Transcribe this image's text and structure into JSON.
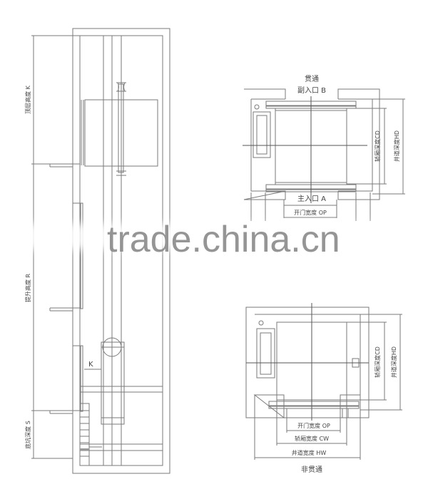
{
  "elevation_view": {
    "labels": {
      "top_height": "顶层高度 K",
      "travel_height": "提升高度 R",
      "pit_depth": "底坑深度 S",
      "buffer_clearance": "K"
    }
  },
  "plan_through": {
    "title": "贯通",
    "rear_entrance": "副入口 B",
    "main_entrance": "主入口 A",
    "door_width": "开门宽度 OP",
    "car_depth": "轿厢深度CD",
    "shaft_depth": "井道深度HD"
  },
  "plan_non_through": {
    "title": "非贯通",
    "door_width": "开门宽度 OP",
    "car_width": "轿厢宽度 CW",
    "shaft_width": "井道宽度 HW",
    "car_depth": "轿厢深度CD",
    "shaft_depth": "井道深度HD"
  },
  "watermark": "trade.china.cn",
  "colors": {
    "line": "#7a7a7a",
    "text": "#444444",
    "watermark": "#8a8a8a",
    "background": "#ffffff"
  }
}
